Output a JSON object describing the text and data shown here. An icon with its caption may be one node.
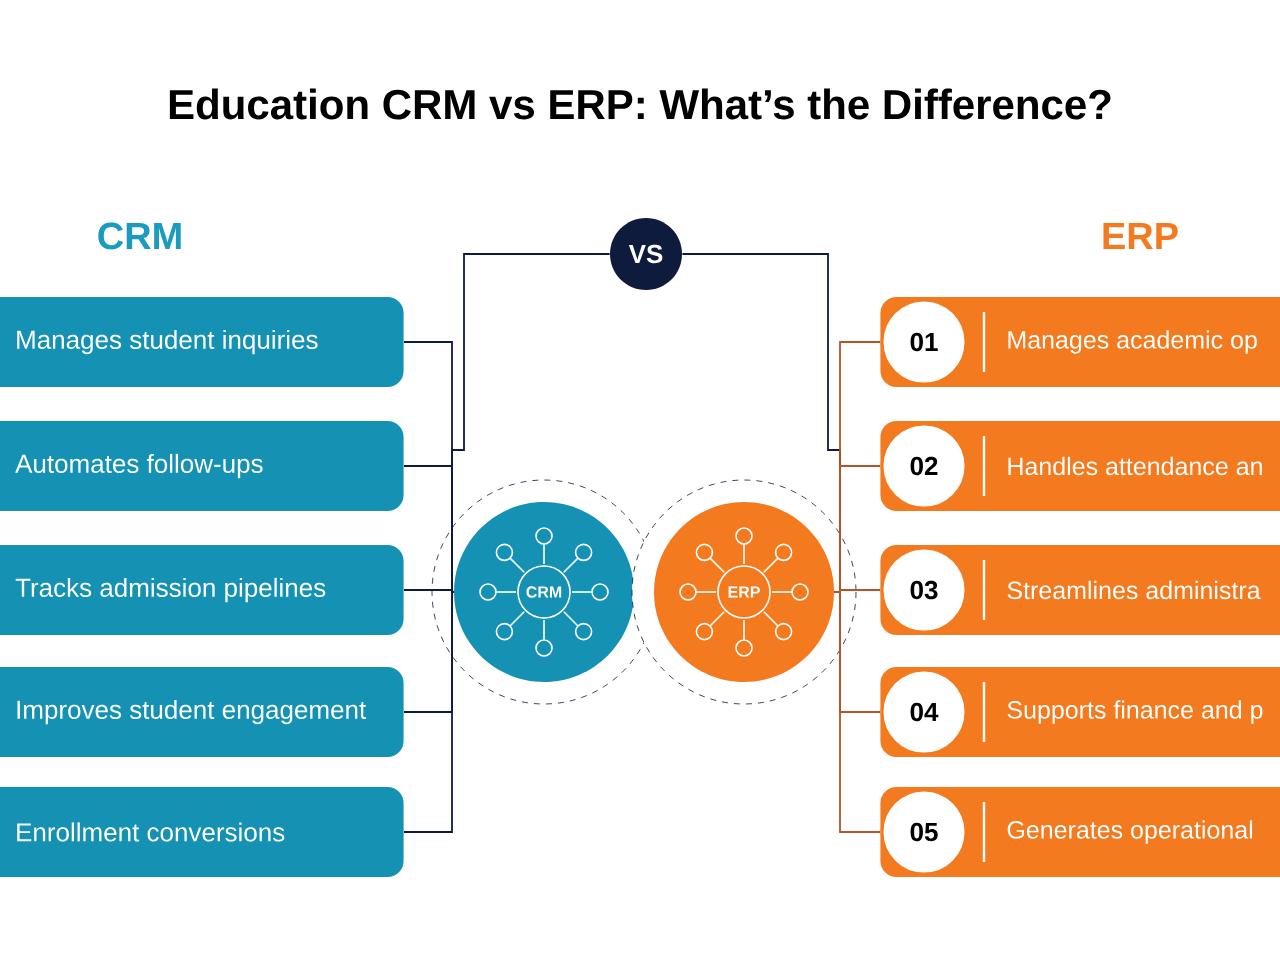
{
  "diagram": {
    "title": "Education CRM vs ERP: What’s the Difference?",
    "nodes": [
      {
        "text": [
          "VS"
        ]
      },
      {
        "text": [
          "CRM"
        ]
      },
      {
        "text": [
          "ERP"
        ]
      },
      {
        "text": [
          "Manages student inquiries"
        ]
      },
      {
        "text": [
          "Automates follow-ups"
        ]
      },
      {
        "text": [
          "Tracks admission pipelines"
        ]
      },
      {
        "text": [
          "Improves student engagement"
        ]
      },
      {
        "text": [
          "Enrollment conversions"
        ]
      },
      {
        "text": [
          "01",
          "Manages academic op"
        ]
      },
      {
        "text": [
          "02",
          "Handles attendance an"
        ]
      },
      {
        "text": [
          "03",
          "Streamlines administra"
        ]
      },
      {
        "text": [
          "04",
          "Supports finance and p"
        ]
      },
      {
        "text": [
          "05",
          "Generates operational"
        ]
      }
    ],
    "edges": [
      {
        "from": 0,
        "to": 1,
        "arrow": "none"
      },
      {
        "from": 0,
        "to": 2,
        "arrow": "none"
      },
      {
        "from": 1,
        "to": 3,
        "arrow": "none"
      },
      {
        "from": 1,
        "to": 4,
        "arrow": "none"
      },
      {
        "from": 1,
        "to": 5,
        "arrow": "none"
      },
      {
        "from": 1,
        "to": 6,
        "arrow": "none"
      },
      {
        "from": 1,
        "to": 7,
        "arrow": "none"
      },
      {
        "from": 2,
        "to": 8,
        "arrow": "none",
        "color": "#b5532a"
      },
      {
        "from": 2,
        "to": 9,
        "arrow": "none",
        "color": "#b5532a"
      },
      {
        "from": 2,
        "to": 10,
        "arrow": "none",
        "color": "#b5532a"
      },
      {
        "from": 2,
        "to": 11,
        "arrow": "none",
        "color": "#b5532a"
      },
      {
        "from": 2,
        "to": 12,
        "arrow": "none",
        "color": "#b5532a"
      }
    ],
    "labels": [
      "CRM",
      "ERP"
    ]
  }
}
